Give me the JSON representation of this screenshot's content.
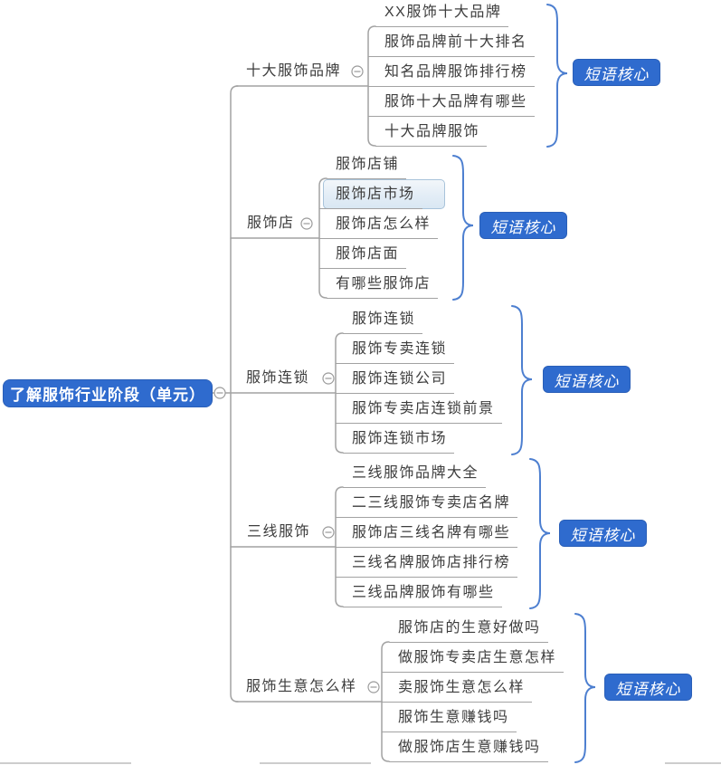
{
  "root": {
    "label": "了解服饰行业阶段（单元）"
  },
  "selected_node": "服饰店市场",
  "colors": {
    "topic_blue": "#2f6bce",
    "brace_blue": "#4d7fd0",
    "line_gray": "#a2a2a2",
    "selected_fill": "#dfeaf4",
    "selected_border": "#a8c3da"
  },
  "branches": [
    {
      "label": "十大服饰品牌",
      "tag": "短语核心",
      "children": [
        "XX服饰十大品牌",
        "服饰品牌前十大排名",
        "知名品牌服饰排行榜",
        "服饰十大品牌有哪些",
        "十大品牌服饰"
      ]
    },
    {
      "label": "服饰店",
      "tag": "短语核心",
      "children": [
        "服饰店铺",
        "服饰店市场",
        "服饰店怎么样",
        "服饰店面",
        "有哪些服饰店"
      ]
    },
    {
      "label": "服饰连锁",
      "tag": "短语核心",
      "children": [
        "服饰连锁",
        "服饰专卖连锁",
        "服饰连锁公司",
        "服饰专卖店连锁前景",
        "服饰连锁市场"
      ]
    },
    {
      "label": "三线服饰",
      "tag": "短语核心",
      "children": [
        "三线服饰品牌大全",
        "二三线服饰专卖店名牌",
        "服饰店三线名牌有哪些",
        "三线名牌服饰店排行榜",
        "三线品牌服饰有哪些"
      ]
    },
    {
      "label": "服饰生意怎么样",
      "tag": "短语核心",
      "children": [
        "服饰店的生意好做吗",
        "做服饰专卖店生意怎样",
        "卖服饰生意怎么样",
        "服饰生意赚钱吗",
        "做服饰店生意赚钱吗"
      ]
    }
  ]
}
